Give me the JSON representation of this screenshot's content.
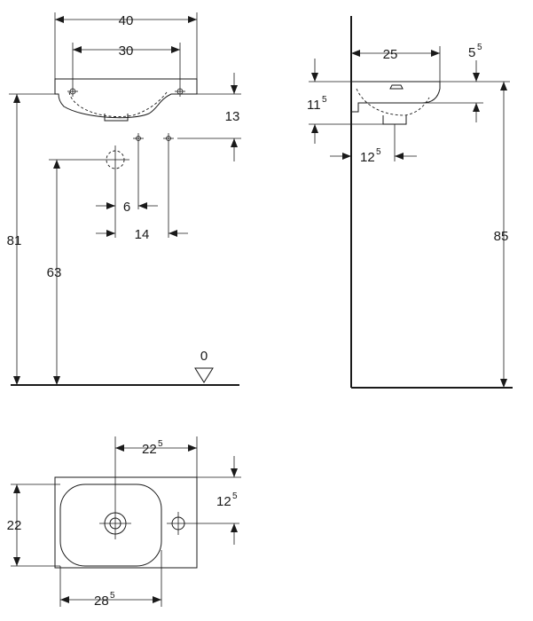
{
  "front_view": {
    "dim_width_total": "40",
    "dim_width_inner": "30",
    "dim_rim_to_tap": "13",
    "dim_height_total": "81",
    "dim_height_waste": "63",
    "dim_offset_small": "6",
    "dim_offset_large": "14",
    "floor_level": "0"
  },
  "side_view": {
    "dim_depth": "25",
    "dim_rim_thickness": "5",
    "dim_rim_thickness_sup": "5",
    "dim_basin_height": "11",
    "dim_basin_height_sup": "5",
    "dim_drain_offset": "12",
    "dim_drain_offset_sup": "5",
    "dim_height_total": "85"
  },
  "top_view": {
    "dim_tap_offset": "22",
    "dim_tap_offset_sup": "5",
    "dim_tap_depth": "12",
    "dim_tap_depth_sup": "5",
    "dim_depth": "22",
    "dim_width": "28",
    "dim_width_sup": "5"
  }
}
